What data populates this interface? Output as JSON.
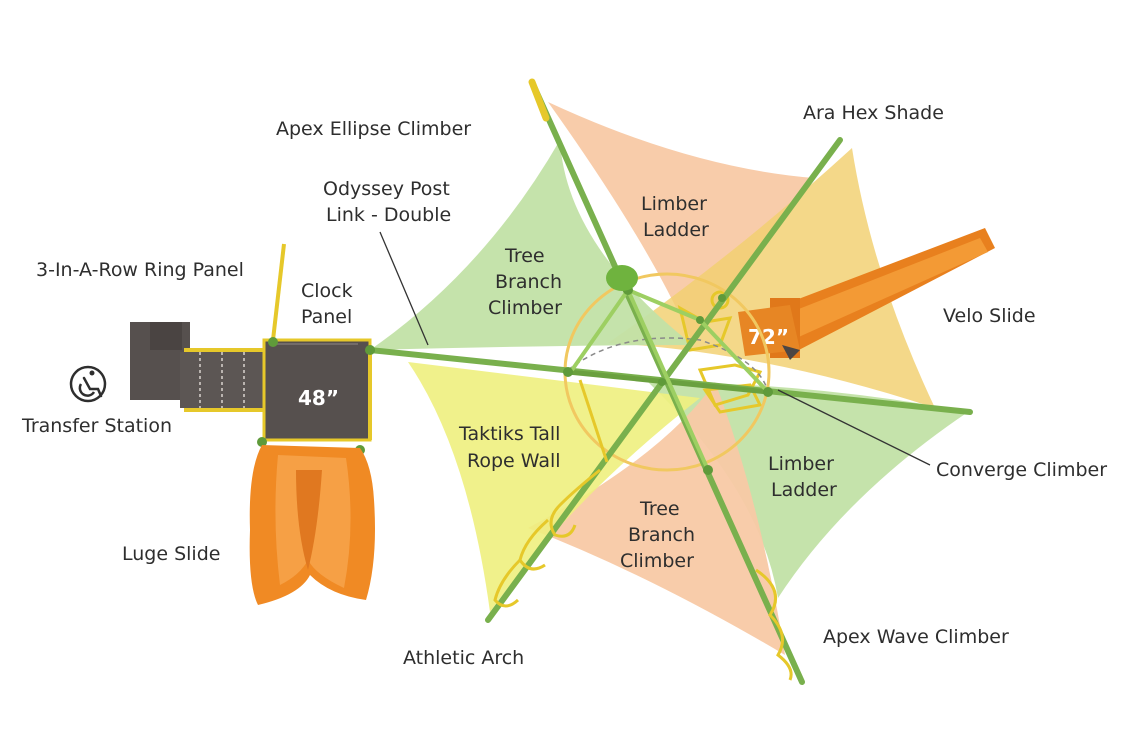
{
  "labels": {
    "apex_ellipse": "Apex Ellipse Climber",
    "ara_hex": "Ara Hex Shade",
    "odyssey": [
      "Odyssey Post",
      "Link - Double"
    ],
    "ring_panel": "3-In-A-Row Ring Panel",
    "clock": [
      "Clock",
      "Panel"
    ],
    "tree_branch_top": [
      "Tree",
      "Branch",
      "Climber"
    ],
    "limber_top": [
      "Limber",
      "Ladder"
    ],
    "velo": "Velo Slide",
    "transfer": "Transfer Station",
    "taktiks": [
      "Taktiks Tall",
      "Rope Wall"
    ],
    "limber_bottom": [
      "Limber",
      "Ladder"
    ],
    "converge": "Converge Climber",
    "luge": "Luge Slide",
    "tree_branch_bottom": [
      "Tree",
      "Branch",
      "Climber"
    ],
    "apex_wave": "Apex Wave Climber",
    "athletic": "Athletic Arch"
  },
  "heights": {
    "deck_48": "48”",
    "deck_72": "72”"
  },
  "icons": {
    "accessibility": "wheelchair-icon"
  },
  "colors": {
    "green_shade": "#c2e1a6",
    "orange_shade": "#f8c9a5",
    "yellow_shade": "#eef07e",
    "gold_shade": "#f1cf6f",
    "post_green": "#79b04d",
    "slide_orange": "#f08a24",
    "deck_dark": "#56504e",
    "metal_yellow": "#e6c82a"
  }
}
